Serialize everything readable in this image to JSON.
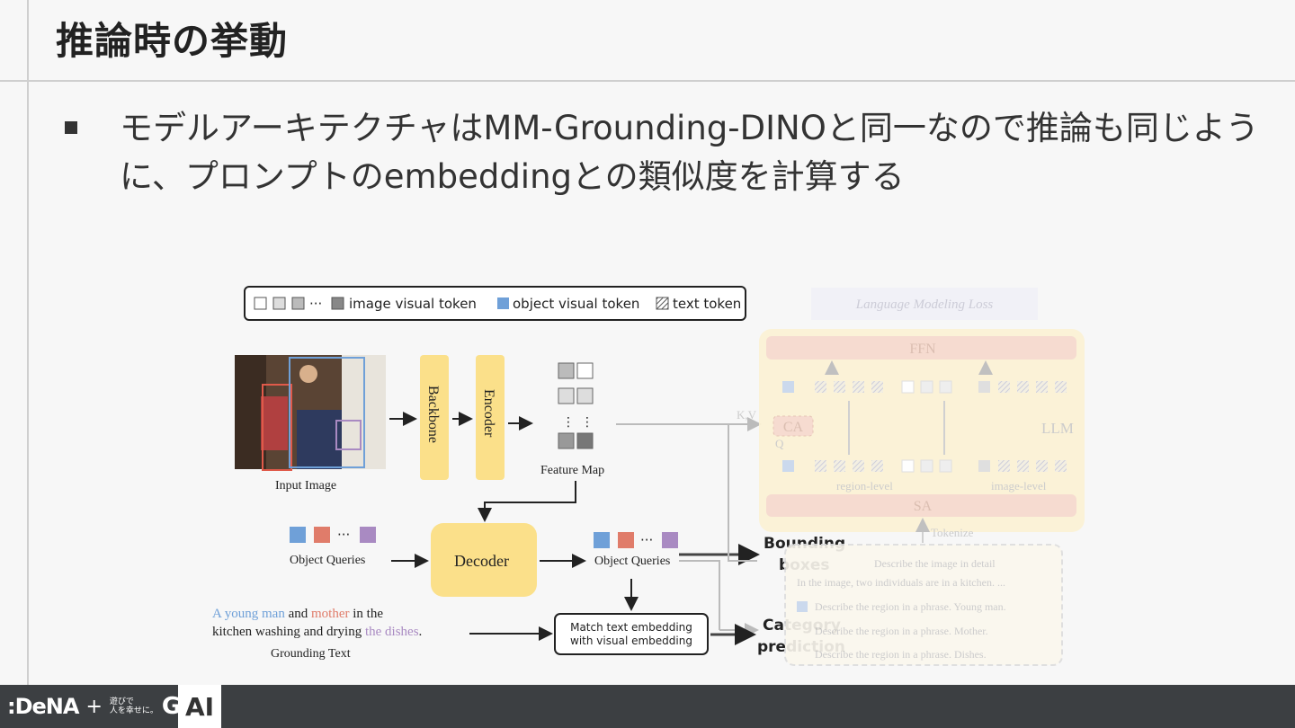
{
  "slide": {
    "title": "推論時の挙動",
    "bullet_text": "モデルアーキテクチャはMM-Grounding-DINOと同一なので推論も同じように、プロンプトのembeddingとの類似度を計算する"
  },
  "legend": {
    "image_token": "image visual token",
    "object_token": "object visual token",
    "text_token": "text token",
    "ellipsis": "···"
  },
  "diagram": {
    "input_image": "Input Image",
    "backbone": "Backbone",
    "encoder": "Encoder",
    "feature_map": "Feature Map",
    "decoder": "Decoder",
    "object_queries_in": "Object Queries",
    "object_queries_out": "Object Queries",
    "text_line1_a": "A young man",
    "text_line1_b": " and ",
    "text_line1_c": "mother",
    "text_line1_d": " in the",
    "text_line2_a": "kitchen washing and drying ",
    "text_line2_b": "the dishes",
    "text_line2_c": ".",
    "grounding_text": "Grounding Text",
    "match_line1": "Match text embedding",
    "match_line2": "with visual embedding",
    "bbox_line1": "Bounding",
    "bbox_line2": "boxes",
    "cat_line1": "Category",
    "cat_line2": "prediction"
  },
  "llm_panel": {
    "lm_loss": "Language Modeling Loss",
    "ffn": "FFN",
    "ca": "CA",
    "kv": "K,V",
    "q": "Q",
    "llm": "LLM",
    "sa": "SA",
    "region_level": "region-level",
    "image_level": "image-level",
    "tokenize": "Tokenize",
    "prompt1": "Describe the image in detail",
    "prompt2": "In the image, two individuals are in a kitchen. ...",
    "prompt3": "Describe the region in a phrase. Young man.",
    "prompt4": "Describe the region in a phrase. Mother.",
    "prompt5": "Describe the region in a phrase. Dishes."
  },
  "colors": {
    "yellow": "#fbe08a",
    "blue": "#6fa0d8",
    "red": "#e07c6a",
    "purple": "#a98ac2"
  },
  "footer": {
    "dena": ":DeNA",
    "plus": "+",
    "jp_line1": "遊びで",
    "jp_line2": "人を幸せに。",
    "go": "GO",
    "ai": "AI"
  }
}
